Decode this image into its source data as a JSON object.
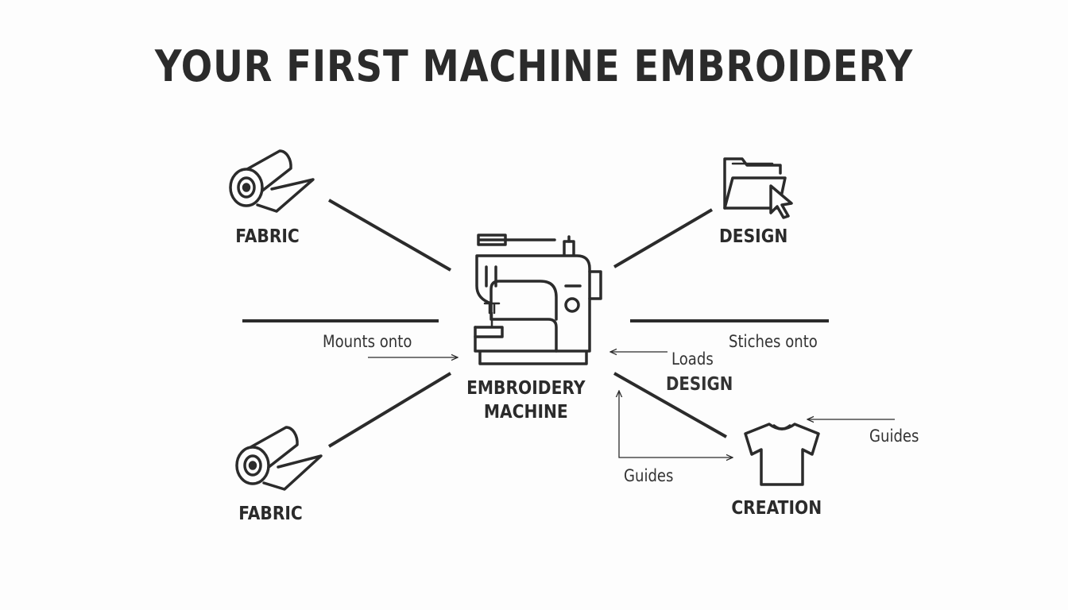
{
  "title": "YOUR FIRST MACHINE EMBROIDERY",
  "nodes": {
    "fabric_top": {
      "label": "FABRIC",
      "icon": "fabric-roll-icon"
    },
    "design": {
      "label": "DESIGN",
      "icon": "folder-cursor-icon"
    },
    "machine": {
      "label_line1": "EMBROIDERY",
      "label_line2": "MACHINE",
      "icon": "sewing-machine-icon"
    },
    "fabric_bottom": {
      "label": "FABRIC",
      "icon": "fabric-roll-icon"
    },
    "creation": {
      "label": "CREATION",
      "icon": "t-shirt-icon"
    }
  },
  "edges": {
    "mounts_onto": "Mounts onto",
    "stiches_onto": "Stiches onto",
    "loads": "Loads",
    "loads_design": "DESIGN",
    "guides_left": "Guides",
    "guides_right": "Guides"
  },
  "colors": {
    "stroke": "#2b2b2b",
    "background": "#fdfdfd"
  }
}
